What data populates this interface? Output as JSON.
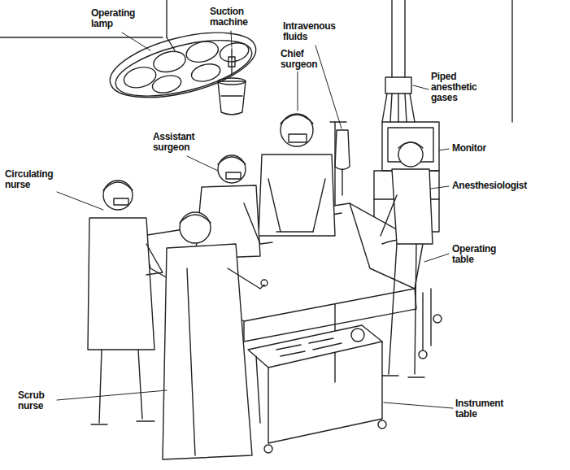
{
  "diagram": {
    "labels": [
      "Suction machine",
      "Operating lamp",
      "Intravenous fluids",
      "Chief surgeon",
      "Piped anesthetic gases",
      "Assistant surgeon",
      "Monitor",
      "Circulating nurse",
      "Anesthesiologist",
      "Operating table",
      "Scrub nurse",
      "Instrument table"
    ]
  }
}
